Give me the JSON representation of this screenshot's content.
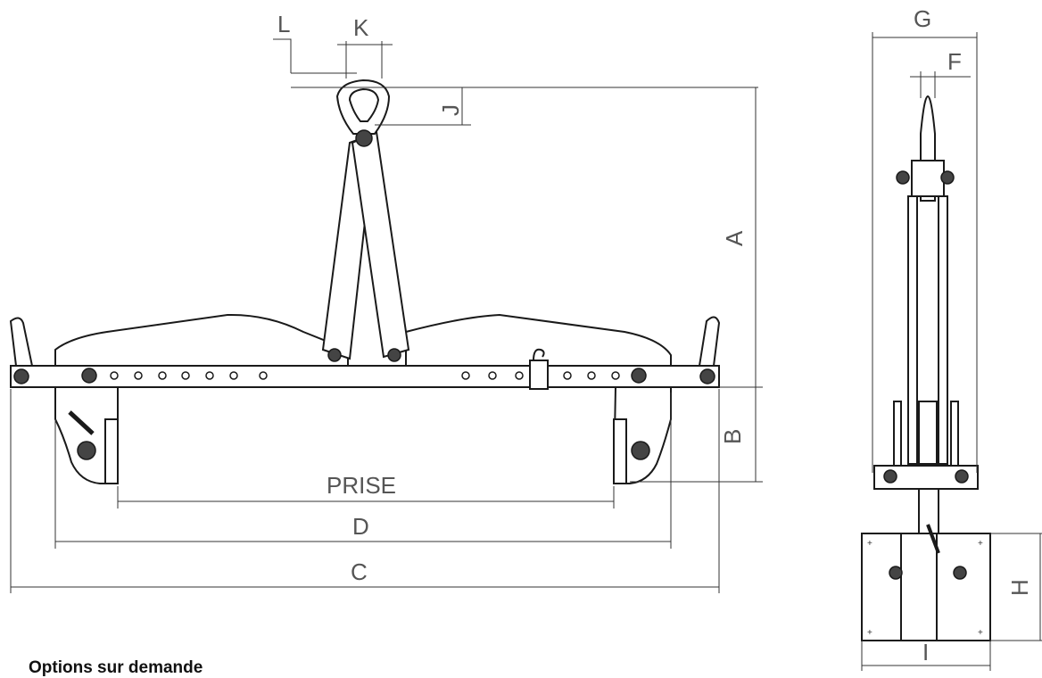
{
  "labels": {
    "L": "L",
    "K": "K",
    "J": "J",
    "A": "A",
    "B": "B",
    "PRISE": "PRISE",
    "D": "D",
    "C": "C",
    "G": "G",
    "F": "F",
    "H": "H",
    "I": "I"
  },
  "caption": "Options sur demande",
  "colors": {
    "line": "#1a1a1a",
    "dimension": "#555555",
    "background": "#ffffff"
  }
}
